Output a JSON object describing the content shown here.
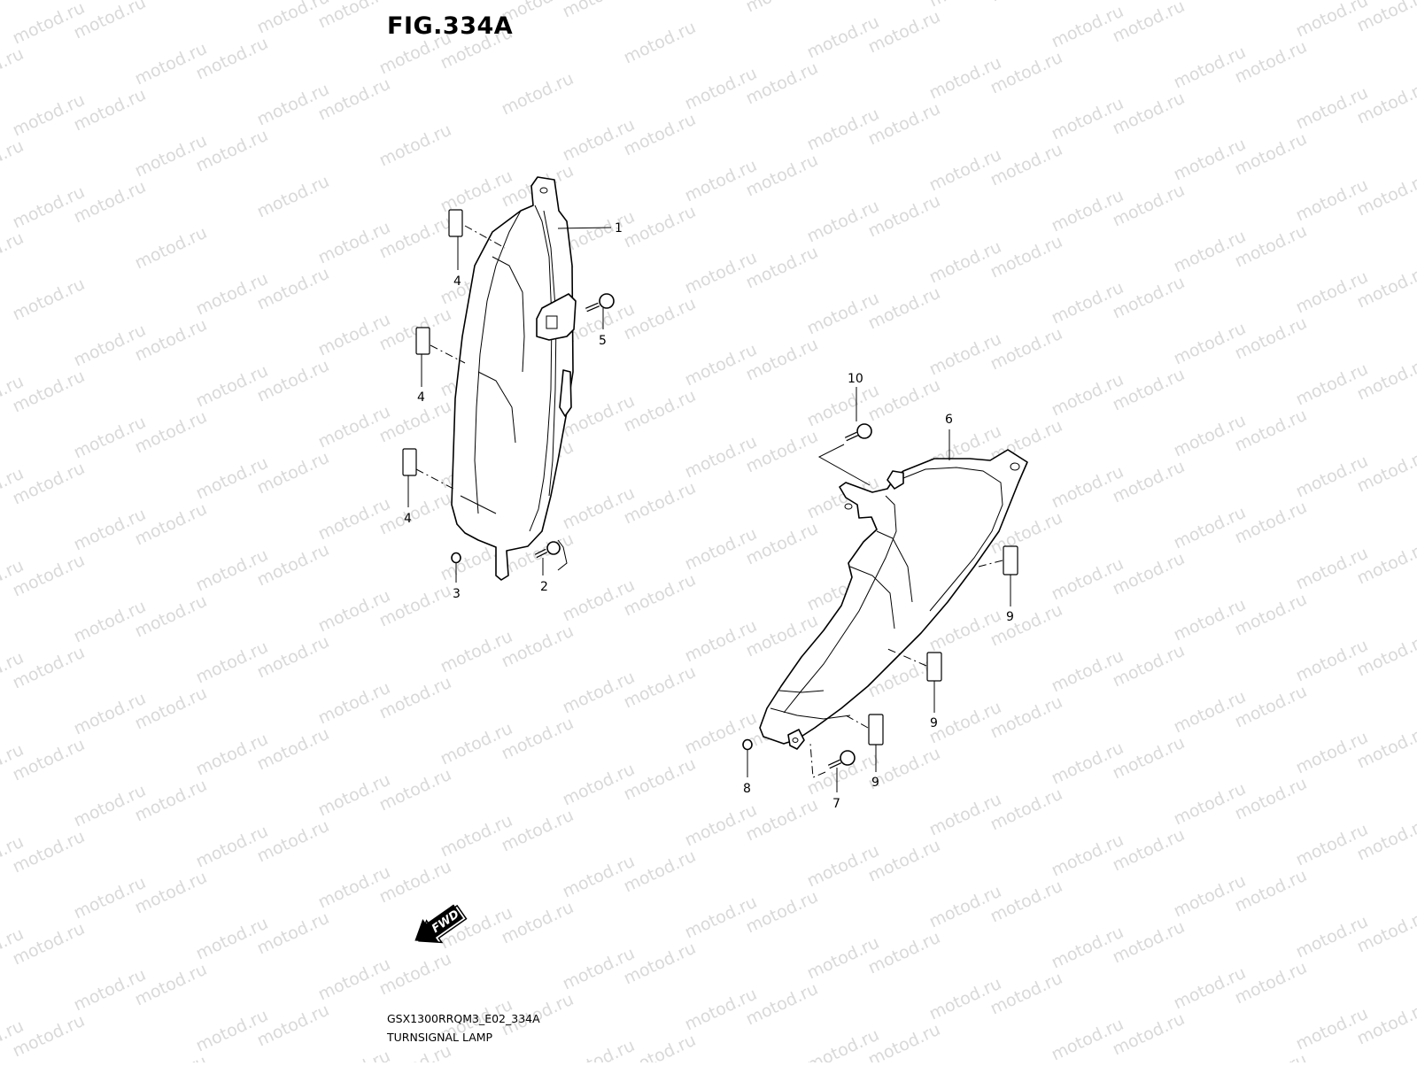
{
  "figure": {
    "title": "FIG.334A",
    "model_code": "GSX1300RRQM3_E02_334A",
    "section_name": "TURNSIGNAL LAMP"
  },
  "watermark": {
    "text": "motod.ru",
    "color": "#d9d9d9"
  },
  "fwd_arrow": {
    "label": "FWD"
  },
  "callouts": [
    {
      "id": "c1",
      "label": "1"
    },
    {
      "id": "c2",
      "label": "2"
    },
    {
      "id": "c3",
      "label": "3"
    },
    {
      "id": "c4a",
      "label": "4"
    },
    {
      "id": "c4b",
      "label": "4"
    },
    {
      "id": "c4c",
      "label": "4"
    },
    {
      "id": "c5",
      "label": "5"
    },
    {
      "id": "c6",
      "label": "6"
    },
    {
      "id": "c7",
      "label": "7"
    },
    {
      "id": "c8",
      "label": "8"
    },
    {
      "id": "c9a",
      "label": "9"
    },
    {
      "id": "c9b",
      "label": "9"
    },
    {
      "id": "c9c",
      "label": "9"
    },
    {
      "id": "c10",
      "label": "10"
    }
  ]
}
